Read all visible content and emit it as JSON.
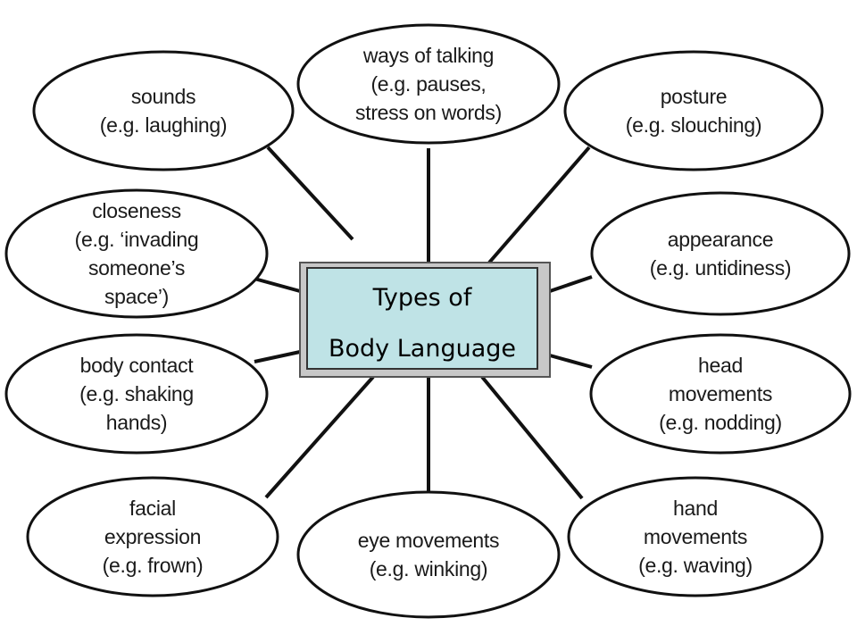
{
  "center": {
    "title_line1": "Types of",
    "title_line2": "Body Language",
    "fill_color": "#bfe3e6"
  },
  "nodes": [
    {
      "id": "ways-of-talking",
      "lines": [
        "ways of talking",
        "(e.g. pauses,",
        "stress on words)"
      ]
    },
    {
      "id": "sounds",
      "lines": [
        "sounds",
        "(e.g. laughing)"
      ]
    },
    {
      "id": "posture",
      "lines": [
        "posture",
        "(e.g. slouching)"
      ]
    },
    {
      "id": "closeness",
      "lines": [
        "closeness",
        "(e.g. ‘invading",
        "someone’s",
        "space’)"
      ]
    },
    {
      "id": "appearance",
      "lines": [
        "appearance",
        "(e.g. untidiness)"
      ]
    },
    {
      "id": "body-contact",
      "lines": [
        "body contact",
        "(e.g. shaking",
        "hands)"
      ]
    },
    {
      "id": "head-movements",
      "lines": [
        "head",
        "movements",
        "(e.g. nodding)"
      ]
    },
    {
      "id": "facial-expression",
      "lines": [
        "facial",
        "expression",
        "(e.g. frown)"
      ]
    },
    {
      "id": "eye-movements",
      "lines": [
        "eye movements",
        "(e.g. winking)"
      ]
    },
    {
      "id": "hand-movements",
      "lines": [
        "hand",
        "movements",
        "(e.g. waving)"
      ]
    }
  ]
}
